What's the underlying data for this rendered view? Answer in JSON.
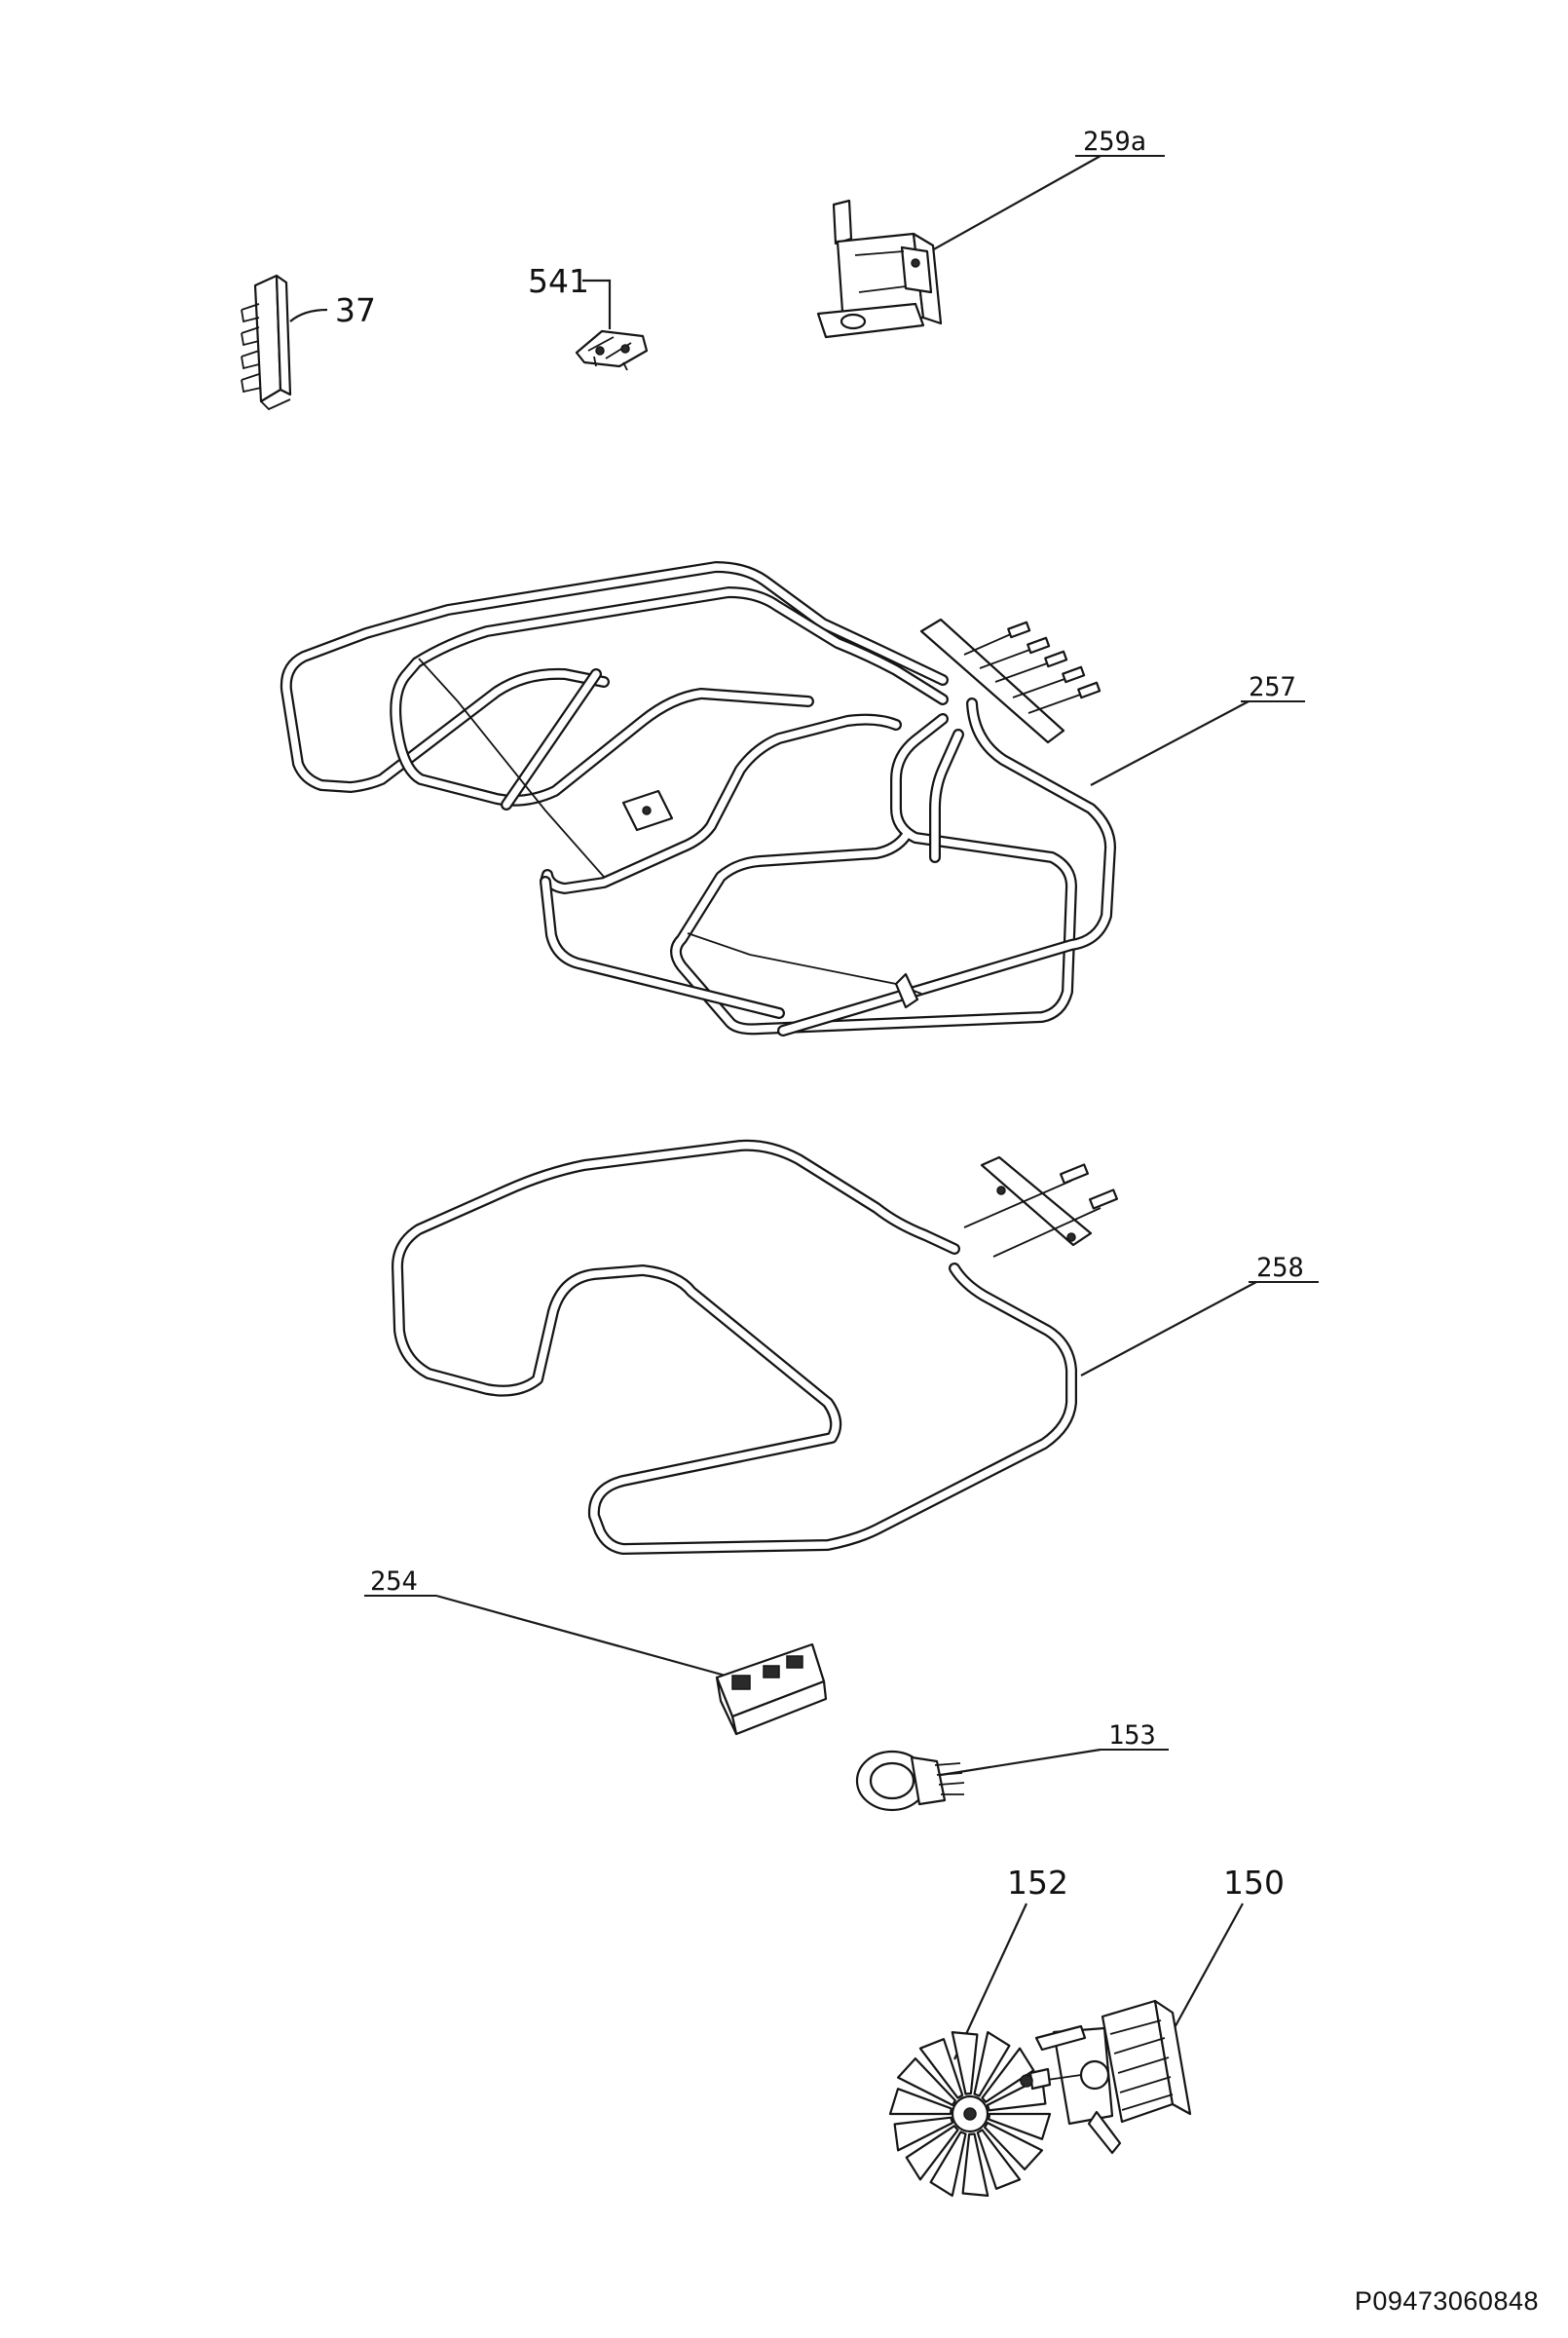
{
  "doc_code": "P09473060848",
  "labels": {
    "p259a": "259a",
    "p37": "37",
    "p541": "541",
    "p257": "257",
    "p258": "258",
    "p254": "254",
    "p153": "153",
    "p152": "152",
    "p150": "150"
  }
}
